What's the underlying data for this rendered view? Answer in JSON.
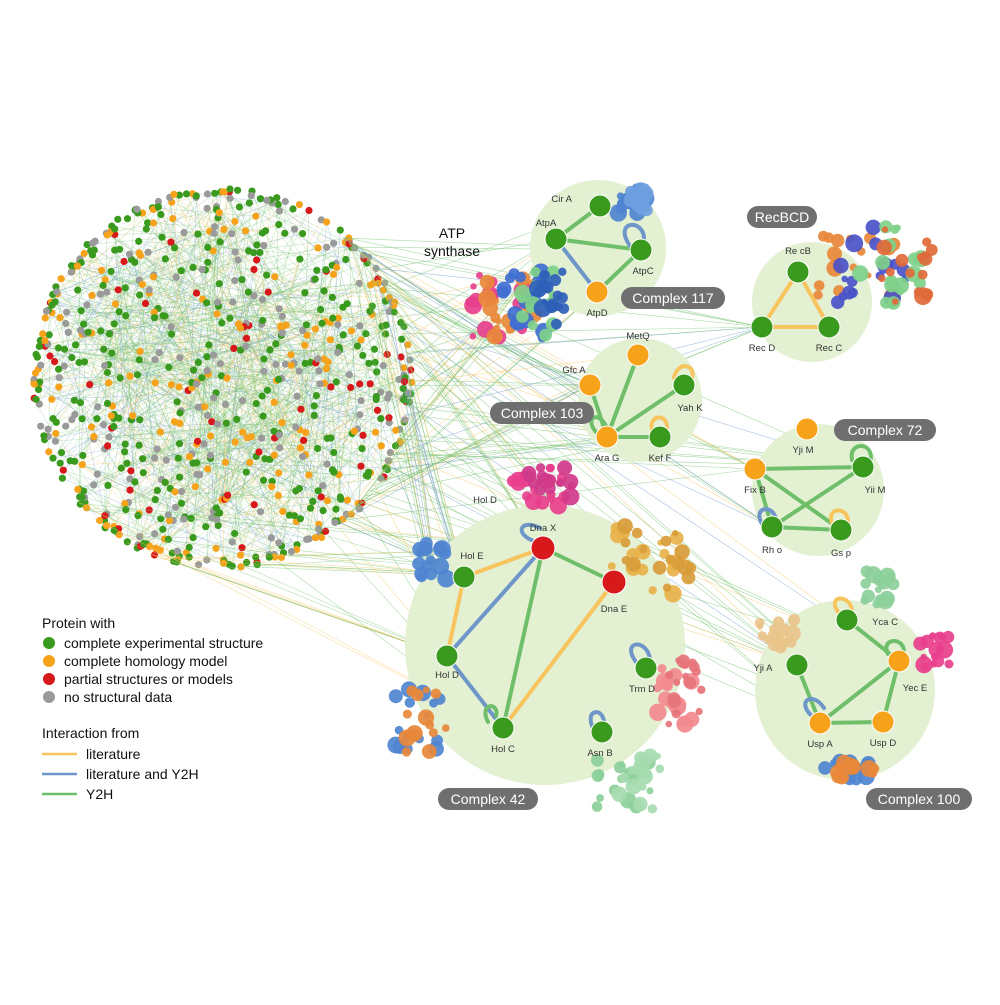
{
  "figure": {
    "atp_line1": "ATP",
    "atp_line2": "synthase"
  },
  "colors": {
    "complete_structure": "#3a9a1e",
    "homology_model": "#f7a21b",
    "partial": "#d7191c",
    "no_data": "#9a9a9a",
    "literature": "#f7c45e",
    "literature_y2h": "#6e96c9",
    "y2h": "#6fbf6a",
    "cluster_fill": "#e3f0d2",
    "badge": "#6f6f6f"
  },
  "legend": {
    "protein_title": "Protein with",
    "protein_items": [
      {
        "label": "complete experimental structure",
        "color": "#3a9a1e"
      },
      {
        "label": "complete homology model",
        "color": "#f7a21b"
      },
      {
        "label": "partial structures or models",
        "color": "#d7191c"
      },
      {
        "label": "no structural data",
        "color": "#9a9a9a"
      }
    ],
    "interaction_title": "Interaction from",
    "interaction_items": [
      {
        "label": "literature",
        "color": "#f7c45e"
      },
      {
        "label": "literature and Y2H",
        "color": "#6e96c9"
      },
      {
        "label": "Y2H",
        "color": "#6fbf6a"
      }
    ]
  },
  "complexes": [
    {
      "badge": "Complex 117",
      "nodes": [
        {
          "label": "Cir A",
          "type": "complete_structure"
        },
        {
          "label": "AtpA",
          "type": "complete_structure"
        },
        {
          "label": "AtpC",
          "type": "complete_structure"
        },
        {
          "label": "AtpD",
          "type": "homology_model"
        }
      ]
    },
    {
      "badge": "RecBCD",
      "nodes": [
        {
          "label": "Re cB",
          "type": "complete_structure"
        },
        {
          "label": "Rec D",
          "type": "complete_structure"
        },
        {
          "label": "Rec C",
          "type": "complete_structure"
        }
      ]
    },
    {
      "badge": "Complex 103",
      "nodes": [
        {
          "label": "MetQ",
          "type": "homology_model"
        },
        {
          "label": "Gfc A",
          "type": "homology_model"
        },
        {
          "label": "Yah K",
          "type": "complete_structure"
        },
        {
          "label": "Ara G",
          "type": "homology_model"
        },
        {
          "label": "Kef F",
          "type": "complete_structure"
        }
      ]
    },
    {
      "badge": "Complex 72",
      "nodes": [
        {
          "label": "Yji M",
          "type": "homology_model"
        },
        {
          "label": "Fix B",
          "type": "homology_model"
        },
        {
          "label": "Yii M",
          "type": "complete_structure"
        },
        {
          "label": "Rh o",
          "type": "complete_structure"
        },
        {
          "label": "Gs p",
          "type": "complete_structure"
        }
      ]
    },
    {
      "badge": "Complex 42",
      "nodes": [
        {
          "label": "Hol D",
          "type": "none"
        },
        {
          "label": "Dna X",
          "type": "partial"
        },
        {
          "label": "Hol E",
          "type": "complete_structure"
        },
        {
          "label": "Dna E",
          "type": "partial"
        },
        {
          "label": "Hol D",
          "type": "complete_structure"
        },
        {
          "label": "Trm D",
          "type": "complete_structure"
        },
        {
          "label": "Hol C",
          "type": "complete_structure"
        },
        {
          "label": "Asn B",
          "type": "complete_structure"
        }
      ]
    },
    {
      "badge": "Complex 100",
      "nodes": [
        {
          "label": "Yca C",
          "type": "complete_structure"
        },
        {
          "label": "Yji A",
          "type": "complete_structure"
        },
        {
          "label": "Yec E",
          "type": "homology_model"
        },
        {
          "label": "Usp A",
          "type": "homology_model"
        },
        {
          "label": "Usp D",
          "type": "homology_model"
        }
      ]
    }
  ]
}
